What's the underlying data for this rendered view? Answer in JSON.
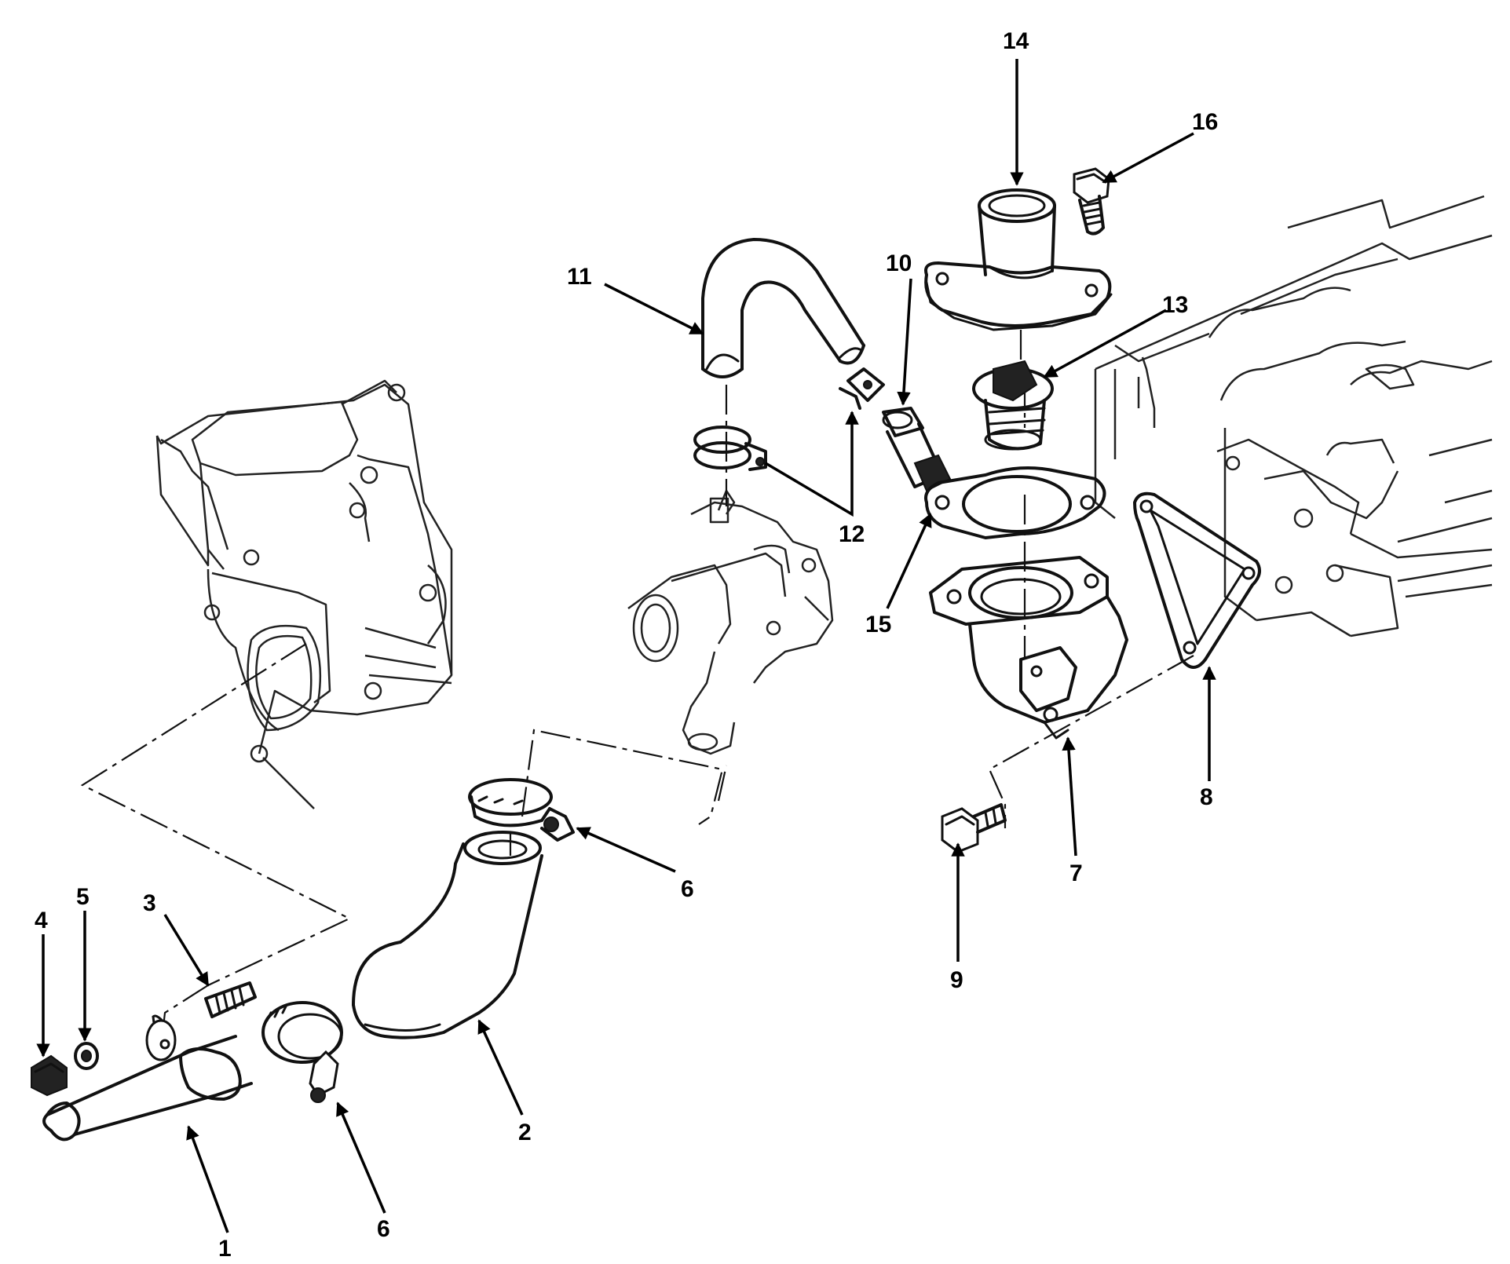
{
  "diagram": {
    "callouts": [
      {
        "id": "c1",
        "text": "1"
      },
      {
        "id": "c2",
        "text": "2"
      },
      {
        "id": "c3",
        "text": "3"
      },
      {
        "id": "c4",
        "text": "4"
      },
      {
        "id": "c5",
        "text": "5"
      },
      {
        "id": "c6a",
        "text": "6"
      },
      {
        "id": "c6b",
        "text": "6"
      },
      {
        "id": "c7",
        "text": "7"
      },
      {
        "id": "c8",
        "text": "8"
      },
      {
        "id": "c9",
        "text": "9"
      },
      {
        "id": "c10",
        "text": "10"
      },
      {
        "id": "c11",
        "text": "11"
      },
      {
        "id": "c12",
        "text": "12"
      },
      {
        "id": "c13",
        "text": "13"
      },
      {
        "id": "c15",
        "text": "15"
      },
      {
        "id": "c14",
        "text": "14"
      },
      {
        "id": "c16",
        "text": "16"
      }
    ]
  }
}
